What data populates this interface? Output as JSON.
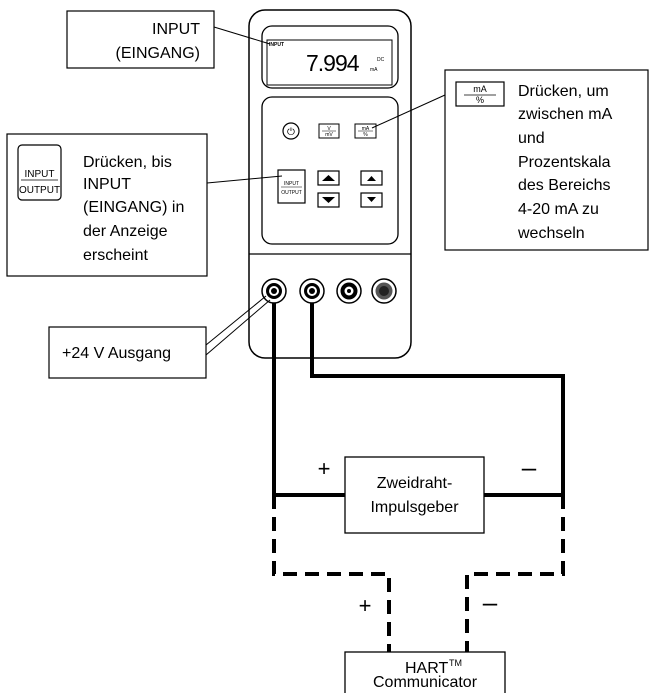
{
  "callouts": {
    "input_eingang": {
      "line1": "INPUT",
      "line2": "(EINGANG)"
    },
    "press_input": {
      "key_top": "INPUT",
      "key_bottom": "OUTPUT",
      "lines": [
        "Drücken, bis",
        "INPUT",
        "(EINGANG) in",
        "der Anzeige",
        "erscheint"
      ]
    },
    "press_ma": {
      "key_top": "mA",
      "key_bottom": "%",
      "lines": [
        "Drücken, um",
        "zwischen mA",
        "und",
        "Prozentskala",
        "des Bereichs",
        "4-20 mA zu",
        "wechseln"
      ]
    },
    "output_24v": {
      "text": "+24 V Ausgang"
    }
  },
  "device": {
    "display": {
      "mode_label": "INPUT",
      "value": "7.994",
      "unit": "mA",
      "range": "DC"
    },
    "buttons": {
      "power_symbol": "⏻",
      "v_mv_top": "V",
      "v_mv_bottom": "mV",
      "ma_pct_top": "mA",
      "ma_pct_bottom": "%",
      "input_output_top": "INPUT",
      "input_output_bottom": "OUTPUT"
    }
  },
  "transmitter": {
    "line1": "Zweidraht-",
    "line2": "Impulsgeber",
    "plus": "+",
    "minus": "–"
  },
  "hart": {
    "line1": "HART",
    "tm": "TM",
    "line2": "Communicator",
    "plus": "+",
    "minus": "–"
  }
}
